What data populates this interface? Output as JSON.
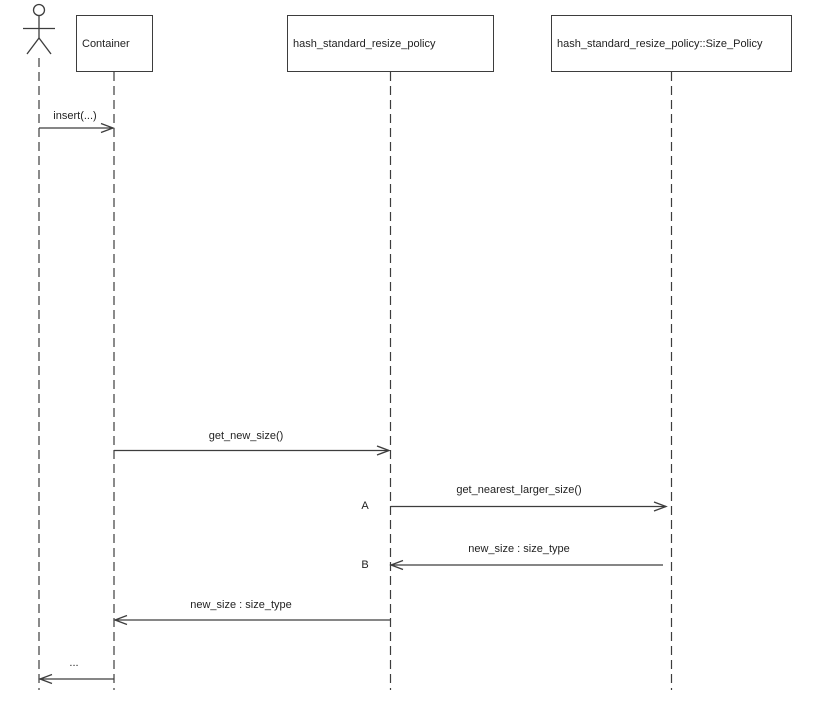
{
  "diagram_type": "uml-sequence-diagram",
  "colors": {
    "line": "#3d3d3d",
    "background": "#ffffff",
    "text": "#1f1f1f"
  },
  "actor": {
    "name": "actor"
  },
  "participants": [
    {
      "label": "Container"
    },
    {
      "label": "hash_standard_resize_policy"
    },
    {
      "label": "hash_standard_resize_policy::Size_Policy"
    }
  ],
  "messages": [
    {
      "label": "insert(...)",
      "from": "actor",
      "to": "Container",
      "direction": "right"
    },
    {
      "label": "get_new_size()",
      "from": "Container",
      "to": "hash_standard_resize_policy",
      "direction": "right"
    },
    {
      "label": "get_nearest_larger_size()",
      "marker": "A",
      "from": "hash_standard_resize_policy",
      "to": "hash_standard_resize_policy::Size_Policy",
      "direction": "right"
    },
    {
      "label": "new_size : size_type",
      "marker": "B",
      "from": "hash_standard_resize_policy::Size_Policy",
      "to": "hash_standard_resize_policy",
      "direction": "left"
    },
    {
      "label": "new_size : size_type",
      "from": "hash_standard_resize_policy",
      "to": "Container",
      "direction": "left"
    },
    {
      "label": "...",
      "from": "Container",
      "to": "actor",
      "direction": "left"
    }
  ]
}
